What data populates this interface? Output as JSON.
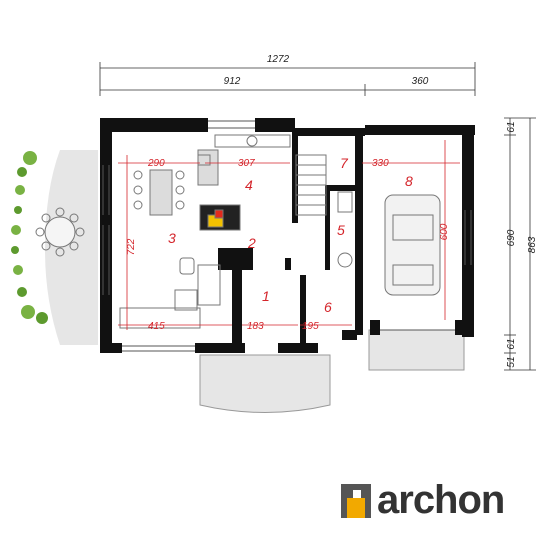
{
  "dimensions": {
    "overall_width": "1272",
    "left_width": "912",
    "garage_width": "360",
    "right_top": "61",
    "right_mid": "690",
    "right_total": "863",
    "right_bottom_a": "51",
    "right_bottom_b": "61"
  },
  "rooms": {
    "r1": "1",
    "r2": "2",
    "r3": "3",
    "r4": "4",
    "r5": "5",
    "r6": "6",
    "r7": "7",
    "r8": "8"
  },
  "room_dims": {
    "d290": "290",
    "d307": "307",
    "d722": "722",
    "d415": "415",
    "d183": "183",
    "d195": "195",
    "d330": "330",
    "d600": "600"
  },
  "brand": {
    "name": "archon"
  },
  "colors": {
    "wall": "#111111",
    "dims_red": "#d4252b",
    "terrace": "#e8e8e8",
    "accent": "#f2a900"
  }
}
